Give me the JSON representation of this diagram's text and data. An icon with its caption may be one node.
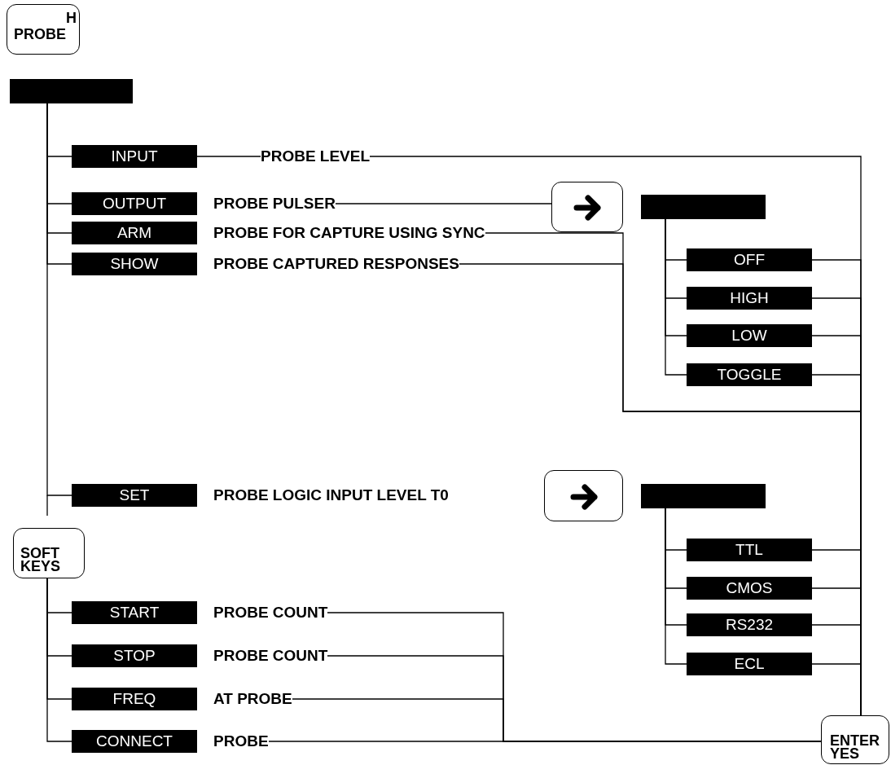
{
  "diagram": {
    "nodes": [
      {
        "text": [
          "PROBE",
          "H"
        ]
      },
      {
        "text": [],
        "shape": "bar"
      },
      {
        "text": [
          "INPUT"
        ]
      },
      {
        "text": [
          "PROBE LEVEL"
        ]
      },
      {
        "text": [
          "OUTPUT"
        ]
      },
      {
        "text": [
          "PROBE PULSER"
        ]
      },
      {
        "text": [],
        "shape": "box"
      },
      {
        "text": [],
        "shape": "bar"
      },
      {
        "text": [
          "OFF"
        ]
      },
      {
        "text": [
          "HIGH"
        ]
      },
      {
        "text": [
          "LOW"
        ]
      },
      {
        "text": [
          "TOGGLE"
        ]
      },
      {
        "text": [
          "ARM"
        ]
      },
      {
        "text": [
          "PROBE FOR CAPTURE USING SYNC"
        ]
      },
      {
        "text": [
          "SHOW"
        ]
      },
      {
        "text": [
          "PROBE CAPTURED RESPONSES"
        ]
      },
      {
        "text": [
          "SET"
        ]
      },
      {
        "text": [
          "PROBE LOGIC INPUT LEVEL T0"
        ]
      },
      {
        "text": [],
        "shape": "box"
      },
      {
        "text": [],
        "shape": "bar"
      },
      {
        "text": [
          "TTL"
        ]
      },
      {
        "text": [
          "CMOS"
        ]
      },
      {
        "text": [
          "RS232"
        ]
      },
      {
        "text": [
          "ECL"
        ]
      },
      {
        "text": [
          "SOFT KEYS"
        ]
      },
      {
        "text": [
          "START"
        ]
      },
      {
        "text": [
          "PROBE COUNT"
        ]
      },
      {
        "text": [
          "STOP"
        ]
      },
      {
        "text": [
          "PROBE COUNT"
        ]
      },
      {
        "text": [
          "FREQ"
        ]
      },
      {
        "text": [
          "AT PROBE"
        ]
      },
      {
        "text": [
          "CONNECT"
        ]
      },
      {
        "text": [
          "PROBE"
        ]
      },
      {
        "text": [
          "ENTER YES"
        ]
      }
    ],
    "edges": [
      {
        "from": 1,
        "to": 2,
        "arrow": "none"
      },
      {
        "from": 1,
        "to": 4,
        "arrow": "none"
      },
      {
        "from": 1,
        "to": 12,
        "arrow": "none"
      },
      {
        "from": 1,
        "to": 14,
        "arrow": "none"
      },
      {
        "from": 1,
        "to": 16,
        "arrow": "none"
      },
      {
        "from": 2,
        "to": 3,
        "arrow": "none"
      },
      {
        "from": 3,
        "to": 33,
        "arrow": "none"
      },
      {
        "from": 5,
        "to": 6,
        "arrow": "none"
      },
      {
        "from": 7,
        "to": 8,
        "arrow": "none"
      },
      {
        "from": 7,
        "to": 9,
        "arrow": "none"
      },
      {
        "from": 7,
        "to": 10,
        "arrow": "none"
      },
      {
        "from": 7,
        "to": 11,
        "arrow": "none"
      },
      {
        "from": 8,
        "to": 33,
        "arrow": "none"
      },
      {
        "from": 9,
        "to": 33,
        "arrow": "none"
      },
      {
        "from": 10,
        "to": 33,
        "arrow": "none"
      },
      {
        "from": 11,
        "to": 33,
        "arrow": "none"
      },
      {
        "from": 13,
        "to": 33,
        "arrow": "none"
      },
      {
        "from": 15,
        "to": 33,
        "arrow": "none"
      },
      {
        "from": 19,
        "to": 20,
        "arrow": "none"
      },
      {
        "from": 19,
        "to": 21,
        "arrow": "none"
      },
      {
        "from": 19,
        "to": 22,
        "arrow": "none"
      },
      {
        "from": 19,
        "to": 23,
        "arrow": "none"
      },
      {
        "from": 20,
        "to": 33,
        "arrow": "none"
      },
      {
        "from": 21,
        "to": 33,
        "arrow": "none"
      },
      {
        "from": 22,
        "to": 33,
        "arrow": "none"
      },
      {
        "from": 23,
        "to": 33,
        "arrow": "none"
      },
      {
        "from": 24,
        "to": 25,
        "arrow": "none"
      },
      {
        "from": 24,
        "to": 27,
        "arrow": "none"
      },
      {
        "from": 24,
        "to": 29,
        "arrow": "none"
      },
      {
        "from": 24,
        "to": 31,
        "arrow": "none"
      },
      {
        "from": 26,
        "to": 33,
        "arrow": "none"
      },
      {
        "from": 28,
        "to": 33,
        "arrow": "none"
      },
      {
        "from": 30,
        "to": 33,
        "arrow": "none"
      },
      {
        "from": 32,
        "to": 33,
        "arrow": "none"
      }
    ]
  }
}
